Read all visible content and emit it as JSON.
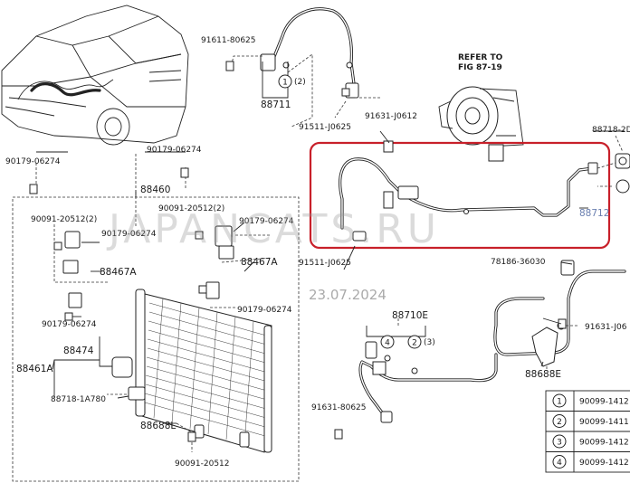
{
  "labels": {
    "p91611": "91611-80625",
    "p88711": "88711",
    "p91511_top": "91511-J0625",
    "p91631_top": "91631-J0612",
    "refer_line1": "REFER TO",
    "refer_line2": "FIG 87-19",
    "p88718_2d": "88718-2D",
    "p88712": "88712",
    "p90179_a": "90179-06274",
    "p90179_b": "90179-06274",
    "p88460": "88460",
    "p90091_a": "90091-20512(2)",
    "p90091_b": "90091-20512(2)",
    "p90179_c": "90179-06274",
    "p90179_d": "90179-06274",
    "p88467a_l": "88467A",
    "p88467a_r": "88467A",
    "p90179_e": "90179-06274",
    "p90179_f": "90179-06274",
    "p88474": "88474",
    "p88461a": "88461A",
    "p88718_1a780": "88718-1A780",
    "p88688l": "88688L",
    "p90091_c": "90091-20512",
    "p91511_bot": "91511-J0625",
    "p88710e": "88710E",
    "p78186": "78186-36030",
    "p91631_r": "91631-J06",
    "p88688e": "88688E",
    "p91631_bot": "91631-80625",
    "bubble1_top": "1",
    "bubble1_top_qty": "(2)",
    "bubble4_mid": "4",
    "bubble2_mid": "2",
    "bubble2_mid_qty": "(3)"
  },
  "watermark": {
    "text": "JAPANCATS.RU",
    "date": "23.07.2024"
  },
  "legend": {
    "rows": [
      {
        "num": "1",
        "part": "90099-1412"
      },
      {
        "num": "2",
        "part": "90099-1411"
      },
      {
        "num": "3",
        "part": "90099-1412"
      },
      {
        "num": "4",
        "part": "90099-1412"
      }
    ]
  },
  "colors": {
    "highlight_box": "#c8202a",
    "highlight_label": "#6a7fb0",
    "line": "#222222"
  }
}
